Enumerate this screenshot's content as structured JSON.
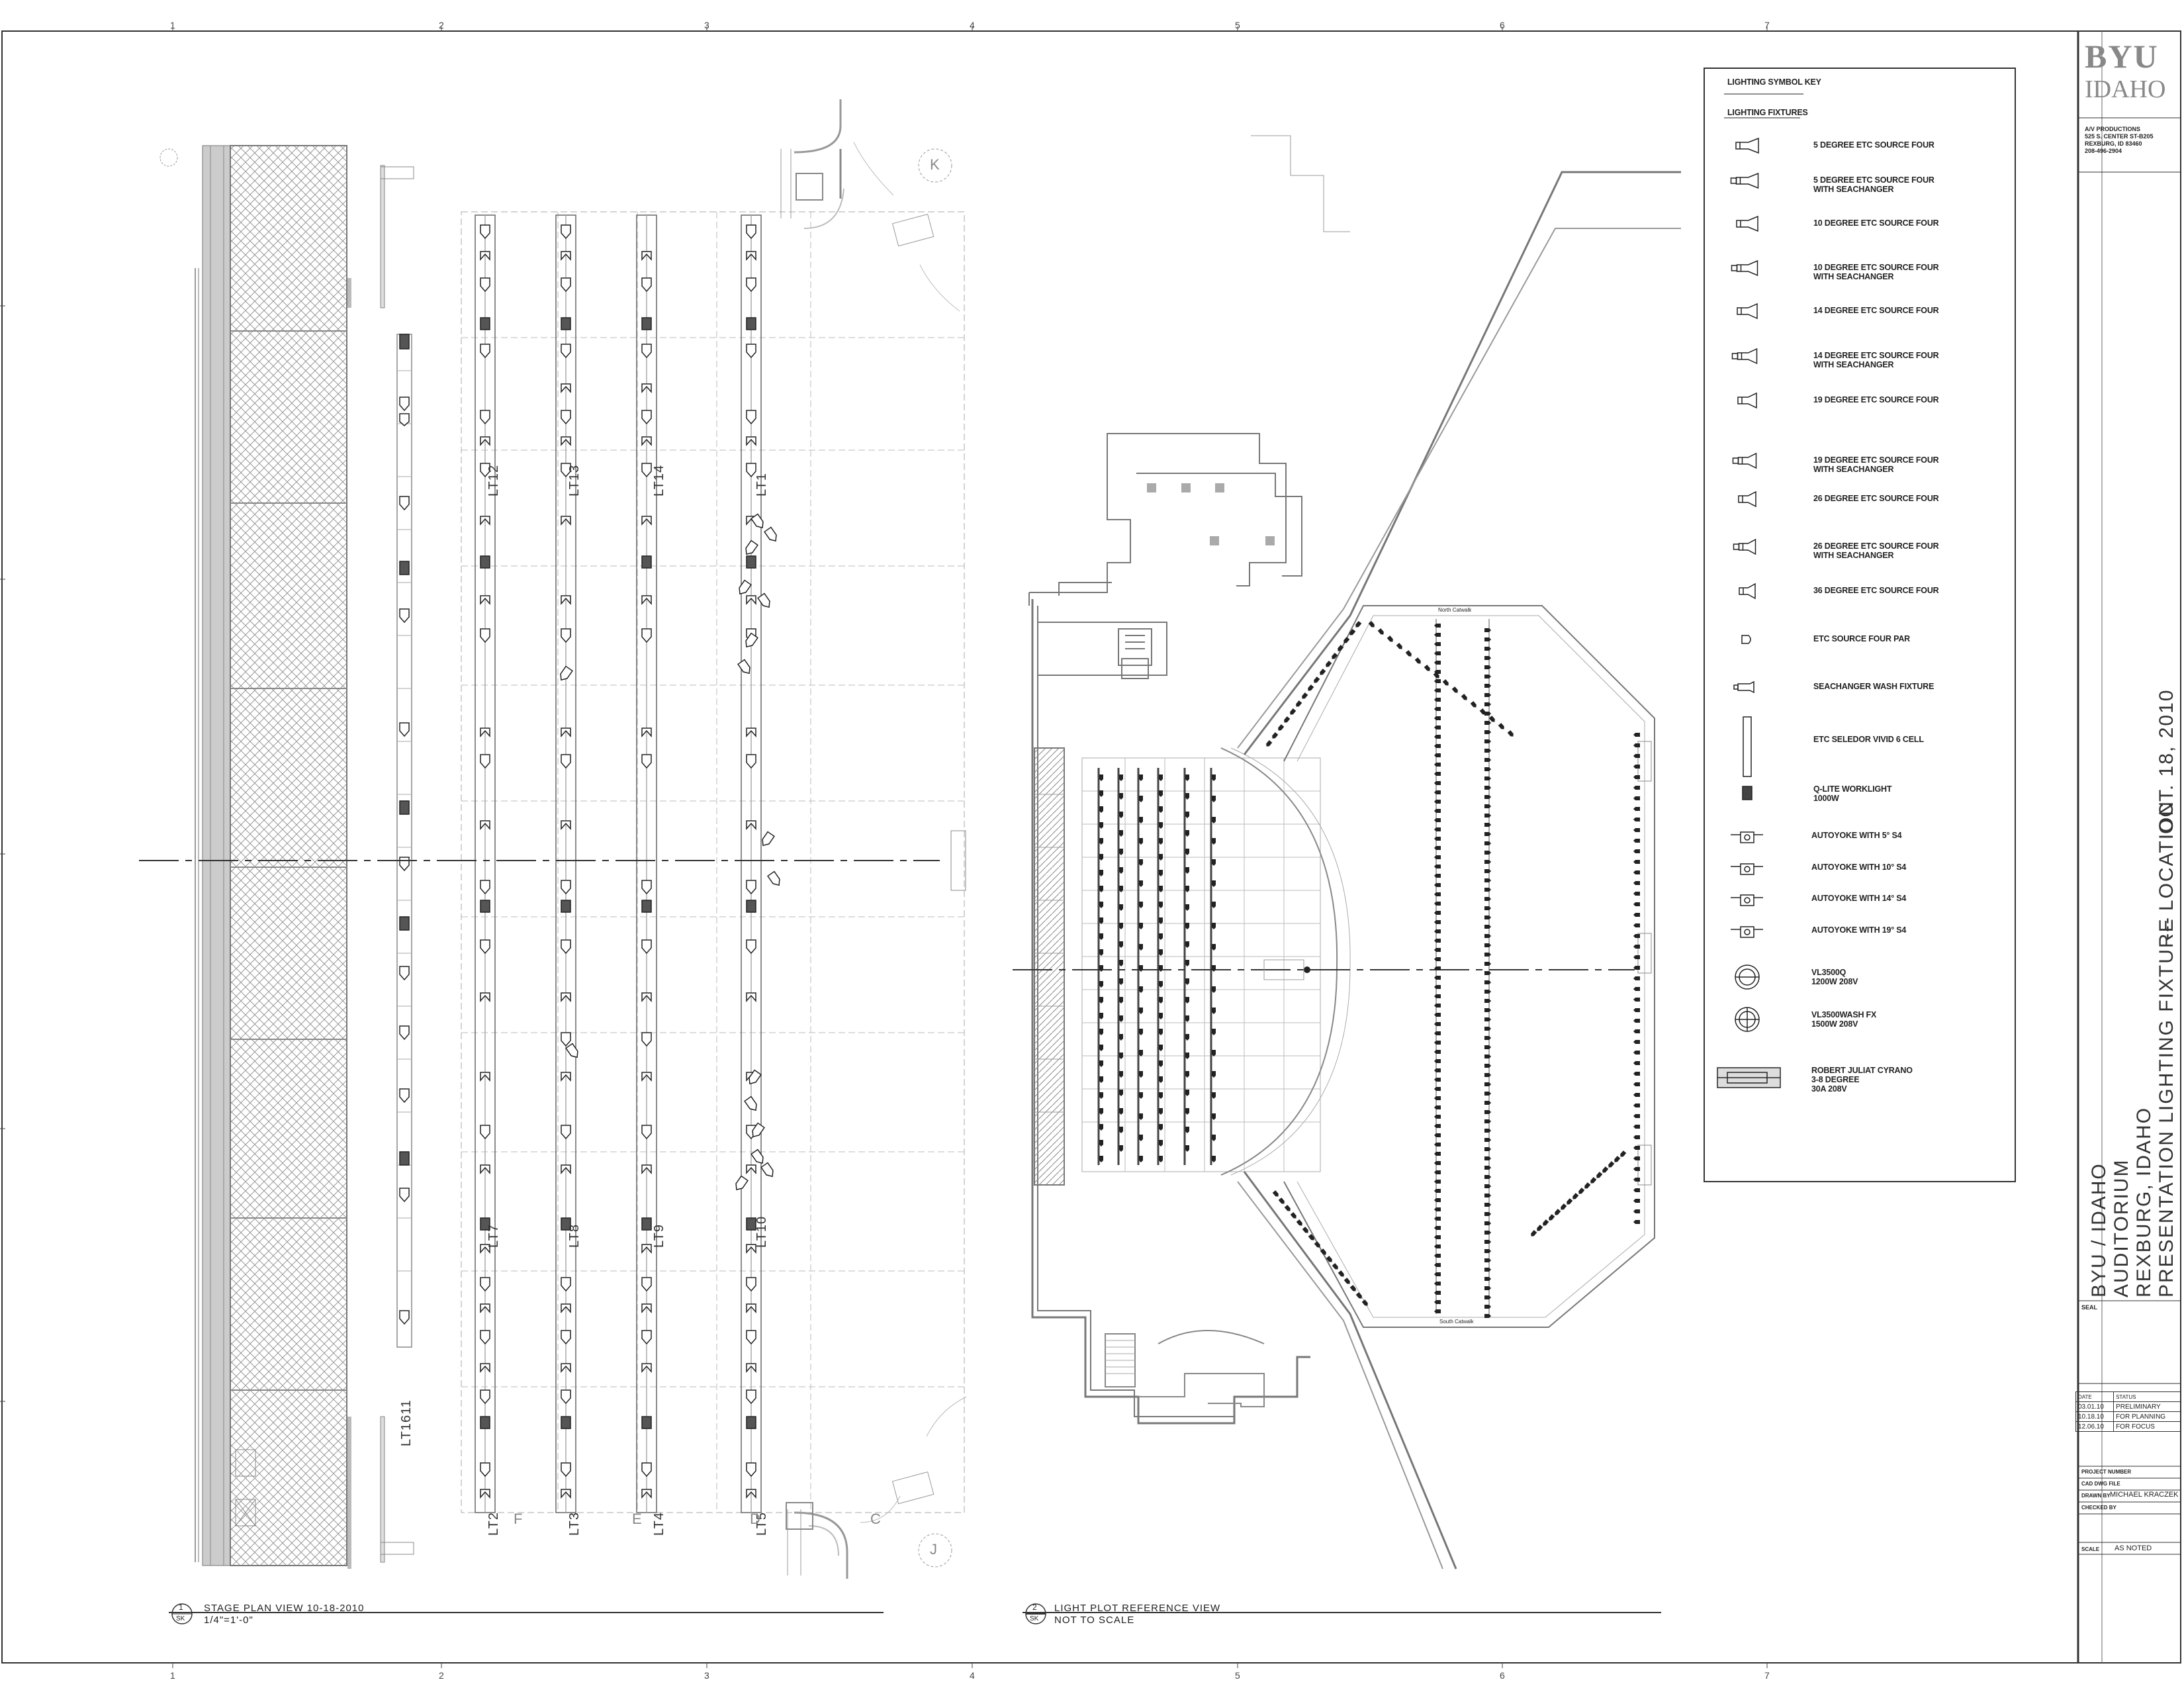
{
  "grid": {
    "numbers": [
      "1",
      "2",
      "3",
      "4",
      "5",
      "6",
      "7"
    ]
  },
  "title_block": {
    "logo_line1": "BYU",
    "logo_line2": "IDAHO",
    "address": [
      "A/V PRODUCTIONS",
      "525 S. CENTER ST-B205",
      "REXBURG, ID 83460",
      "208-496-2904"
    ],
    "project_title": [
      "BYU / IDAHO",
      "AUDITORIUM",
      "REXBURG, IDAHO",
      "PRESENTATION LIGHTING FIXTURE LOCATION"
    ],
    "date": "OCT. 18, 2010",
    "date_separator": "---",
    "seal_label": "SEAL",
    "status_header": {
      "date": "DATE",
      "status": "STATUS"
    },
    "status_rows": [
      {
        "date": "03.01.10",
        "status": "PRELIMINARY"
      },
      {
        "date": "10.18.10",
        "status": "FOR PLANNING"
      },
      {
        "date": "12.06.10",
        "status": "FOR FOCUS"
      }
    ],
    "project_number_label": "PROJECT NUMBER",
    "cad_file_label": "CAD DWG FILE",
    "drawn_by_label": "DRAWN BY",
    "drawn_by": "MICHAEL KRACZEK",
    "checked_by_label": "CHECKED BY",
    "scale_label": "SCALE",
    "scale": "AS NOTED"
  },
  "legend": {
    "title": "LIGHTING SYMBOL KEY",
    "subtitle": "LIGHTING FIXTURES",
    "items": [
      {
        "icon": "source-four-5-icon",
        "text": "5 DEGREE ETC SOURCE FOUR"
      },
      {
        "icon": "source-four-5-seachanger-icon",
        "text": "5 DEGREE ETC SOURCE FOUR\nWITH SEACHANGER"
      },
      {
        "icon": "source-four-10-icon",
        "text": "10 DEGREE ETC SOURCE FOUR"
      },
      {
        "icon": "source-four-10-seachanger-icon",
        "text": "10 DEGREE ETC SOURCE FOUR\nWITH SEACHANGER"
      },
      {
        "icon": "source-four-14-icon",
        "text": "14 DEGREE ETC SOURCE FOUR"
      },
      {
        "icon": "source-four-14-seachanger-icon",
        "text": "14 DEGREE ETC SOURCE FOUR\nWITH SEACHANGER"
      },
      {
        "icon": "source-four-19-icon",
        "text": "19 DEGREE ETC SOURCE FOUR"
      },
      {
        "icon": "source-four-19-seachanger-icon",
        "text": "19 DEGREE ETC SOURCE FOUR\nWITH SEACHANGER"
      },
      {
        "icon": "source-four-26-icon",
        "text": "26 DEGREE ETC SOURCE FOUR"
      },
      {
        "icon": "source-four-26-seachanger-icon",
        "text": "26 DEGREE ETC SOURCE FOUR\nWITH SEACHANGER"
      },
      {
        "icon": "source-four-36-icon",
        "text": "36 DEGREE ETC SOURCE FOUR"
      },
      {
        "icon": "source-four-par-icon",
        "text": "ETC SOURCE FOUR PAR"
      },
      {
        "icon": "seachanger-wash-icon",
        "text": "SEACHANGER WASH FIXTURE"
      },
      {
        "icon": "seledor-vivid-icon",
        "text": "ETC SELEDOR VIVID 6 CELL"
      },
      {
        "icon": "worklight-icon",
        "text": "Q-LITE WORKLIGHT\n1000W"
      },
      {
        "icon": "autoyoke-5-icon",
        "text": "AUTOYOKE WITH 5° S4"
      },
      {
        "icon": "autoyoke-10-icon",
        "text": "AUTOYOKE WITH 10° S4"
      },
      {
        "icon": "autoyoke-14-icon",
        "text": "AUTOYOKE WITH 14° S4"
      },
      {
        "icon": "autoyoke-19-icon",
        "text": "AUTOYOKE WITH 19° S4"
      },
      {
        "icon": "vl3500q-icon",
        "text": "VL3500Q\n1200W 208V"
      },
      {
        "icon": "vl3500wash-icon",
        "text": "VL3500WASH FX\n1500W 208V"
      },
      {
        "icon": "cyrano-icon",
        "text": "ROBERT JULIAT CYRANO\n3-8 DEGREE\n30A 208V"
      }
    ]
  },
  "stage_plan": {
    "pipes_top": [
      "LT12",
      "LT13",
      "LT14",
      "LT1"
    ],
    "pipes_mid": [
      "LT7",
      "LT8",
      "LT9",
      "LT10"
    ],
    "pipes_bottom": [
      "LT2",
      "LT3",
      "LT4",
      "LT5"
    ],
    "pipe_left": "LT1611",
    "column_letters": [
      "F",
      "E",
      "D",
      "C"
    ],
    "grid_bubbles": [
      "K",
      "J"
    ],
    "view_number": "1",
    "view_sheet": "SK",
    "view_title": "STAGE PLAN VIEW 10-18-2010",
    "view_scale": "1/4\"=1'-0\""
  },
  "reference_view": {
    "view_number": "2",
    "view_sheet": "SK",
    "view_title": "LIGHT PLOT REFERENCE VIEW",
    "view_scale": "NOT TO SCALE",
    "catwalk_north": "North Catwalk",
    "catwalk_south": "South Catwalk"
  }
}
